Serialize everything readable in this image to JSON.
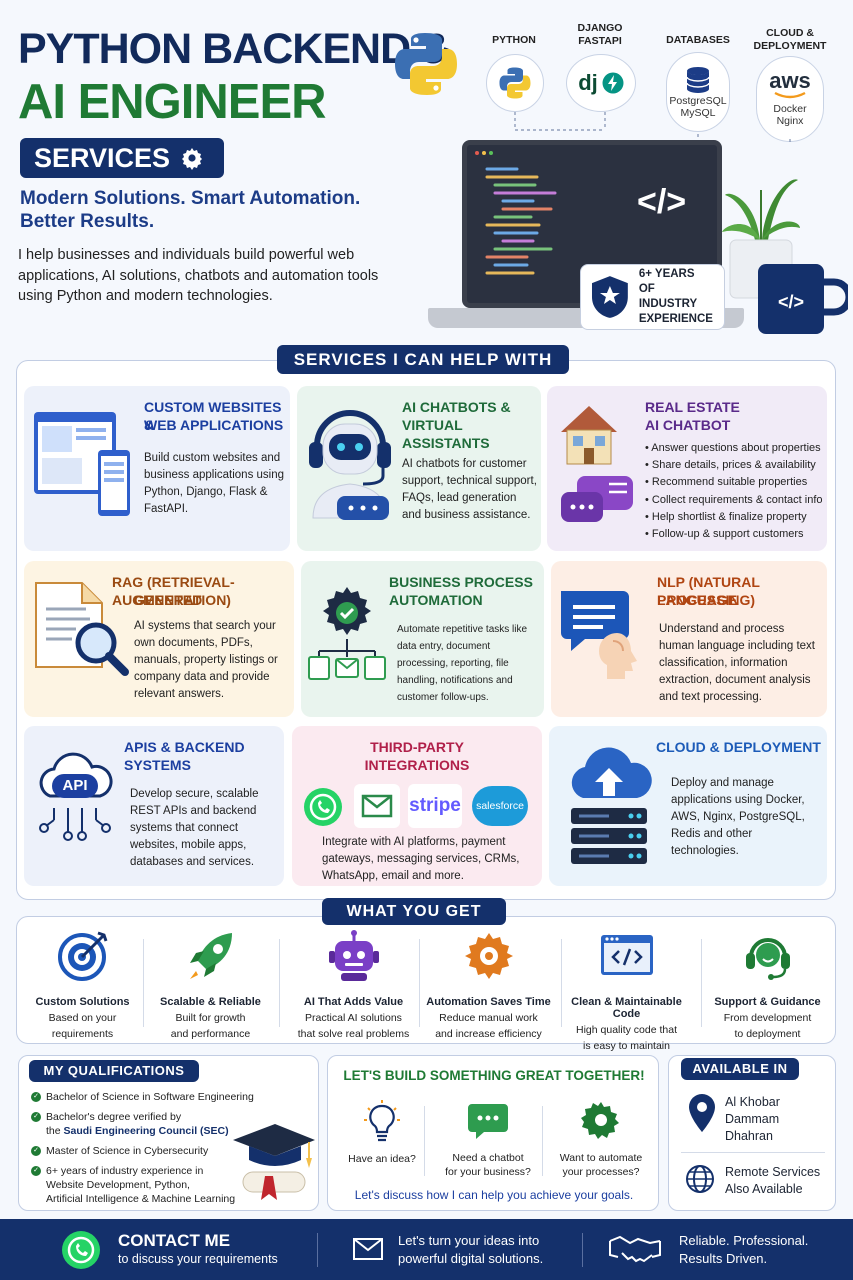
{
  "header": {
    "title_line1": "PYTHON BACKEND &",
    "title_line2": "AI ENGINEER",
    "services_pill": "SERVICES",
    "tagline": "Modern Solutions. Smart Automation. Better Results.",
    "intro": "I help businesses and individuals build powerful web applications, AI solutions, chatbots and automation tools using Python and modern technologies."
  },
  "tech": {
    "python_label": "PYTHON",
    "django_label_1": "DJANGO",
    "django_label_2": "FASTAPI",
    "db_label": "DATABASES",
    "db_line1": "PostgreSQL",
    "db_line2": "MySQL",
    "cloud_label_1": "CLOUD &",
    "cloud_label_2": "DEPLOYMENT",
    "cloud_logo": "aws",
    "cloud_line1": "Docker",
    "cloud_line2": "Nginx",
    "dj_logo": "dj"
  },
  "code_tag": "</>",
  "experience": {
    "line1": "6+ YEARS",
    "line2": "OF INDUSTRY",
    "line3": "EXPERIENCE"
  },
  "services": {
    "heading": "SERVICES I CAN HELP WITH",
    "web": {
      "title1": "CUSTOM WEBSITES &",
      "title2": "WEB APPLICATIONS",
      "body": "Build custom websites and business applications using Python, Django, Flask & FastAPI."
    },
    "chatbot": {
      "title1": "AI CHATBOTS &",
      "title2": "VIRTUAL ASSISTANTS",
      "body": "AI chatbots for customer support, technical support, FAQs, lead generation and business assistance."
    },
    "realestate": {
      "title1": "REAL ESTATE",
      "title2": "AI CHATBOT",
      "bullets": [
        "• Answer questions about properties",
        "• Share details, prices & availability",
        "• Recommend suitable properties",
        "• Collect requirements & contact info",
        "• Help shortlist & finalize property",
        "• Follow-up & support customers"
      ]
    },
    "rag": {
      "title1": "RAG (RETRIEVAL-AUGMENTED",
      "title2": "GENERATION)",
      "body": "AI systems that search your own documents, PDFs, manuals, property listings or company data and provide relevant answers."
    },
    "bpa": {
      "title1": "BUSINESS PROCESS",
      "title2": "AUTOMATION",
      "body": "Automate repetitive tasks like data entry, document processing, reporting, file handling, notifications and customer follow-ups."
    },
    "nlp": {
      "title1": "NLP (NATURAL LANGUAGE",
      "title2": "PROCESSING)",
      "body": "Understand and process human language including text classification, information extraction, document analysis and text processing."
    },
    "api": {
      "title1": "APIS & BACKEND",
      "title2": "SYSTEMS",
      "badge": "API",
      "body": "Develop secure, scalable REST APIs and backend systems that connect websites, mobile apps, databases and services."
    },
    "integrations": {
      "title1": "THIRD-PARTY",
      "title2": "INTEGRATIONS",
      "stripe": "stripe",
      "salesforce": "salesforce",
      "body": "Integrate with AI platforms, payment gateways, messaging services, CRMs, WhatsApp, email and more."
    },
    "cloud": {
      "title1": "CLOUD & DEPLOYMENT",
      "body": "Deploy and manage applications using Docker, AWS, Nginx, PostgreSQL, Redis and other technologies."
    }
  },
  "what_you_get": {
    "heading": "WHAT YOU GET",
    "items": [
      {
        "title": "Custom Solutions",
        "desc1": "Based on your",
        "desc2": "requirements"
      },
      {
        "title": "Scalable & Reliable",
        "desc1": "Built for growth",
        "desc2": "and performance"
      },
      {
        "title": "AI That Adds Value",
        "desc1": "Practical AI solutions",
        "desc2": "that solve real problems"
      },
      {
        "title": "Automation Saves Time",
        "desc1": "Reduce manual work",
        "desc2": "and increase efficiency"
      },
      {
        "title": "Clean & Maintainable Code",
        "desc1": "High quality code that",
        "desc2": "is easy to maintain"
      },
      {
        "title": "Support & Guidance",
        "desc1": "From development",
        "desc2": "to deployment"
      }
    ]
  },
  "qualifications": {
    "heading": "MY QUALIFICATIONS",
    "q1": "Bachelor of Science in Software Engineering",
    "q2a": "Bachelor's degree verified by",
    "q2b_prefix": "the ",
    "q2b_strong": "Saudi Engineering Council (SEC)",
    "q3": "Master of Science in Cybersecurity",
    "q4a": "6+ years of industry experience in",
    "q4b": "Website Development, Python,",
    "q4c": "Artificial Intelligence & Machine Learning"
  },
  "build": {
    "heading": "LET'S BUILD SOMETHING GREAT TOGETHER!",
    "a1": "Have an idea?",
    "a2_1": "Need a chatbot",
    "a2_2": "for your business?",
    "a3_1": "Want to automate",
    "a3_2": "your processes?",
    "cta": "Let's discuss how I can help you achieve your goals."
  },
  "available": {
    "heading": "AVAILABLE IN",
    "c1": "Al Khobar",
    "c2": "Dammam",
    "c3": "Dhahran",
    "r1": "Remote Services",
    "r2": "Also Available"
  },
  "footer": {
    "contact_title": "CONTACT ME",
    "contact_sub": "to discuss your requirements",
    "mid1": "Let's turn your ideas into",
    "mid2": "powerful digital solutions.",
    "right1": "Reliable. Professional.",
    "right2": "Results Driven."
  }
}
